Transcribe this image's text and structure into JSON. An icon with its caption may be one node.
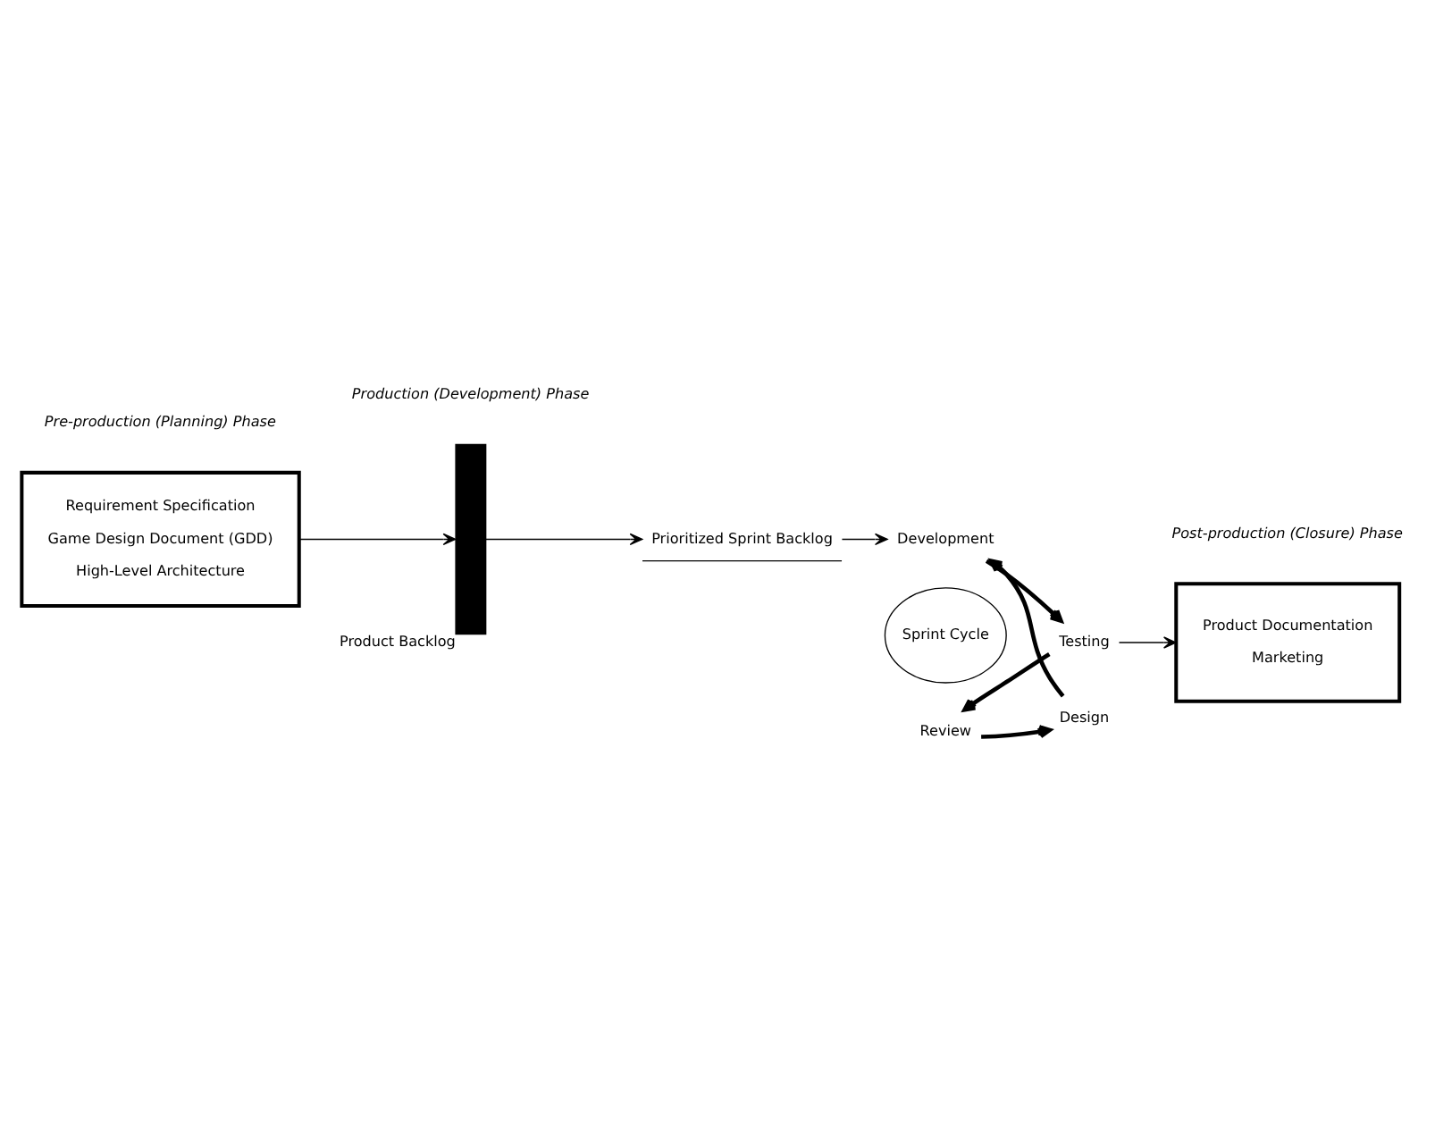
{
  "diagram": {
    "nodes": [
      {
        "text": [
          "Requirement Specification",
          "Game Design Document (GDD)",
          "High-Level Architecture"
        ]
      },
      {
        "text": [],
        "shape": "bar",
        "beside": [
          "Product Backlog"
        ]
      },
      {
        "text": [
          "Prioritized Sprint Backlog"
        ]
      },
      {
        "text": [
          "Development"
        ]
      },
      {
        "text": [
          "Testing"
        ]
      },
      {
        "text": [
          "Review"
        ]
      },
      {
        "text": [
          "Design"
        ]
      },
      {
        "text": [
          "Sprint Cycle"
        ]
      },
      {
        "text": [
          "Product Documentation",
          "Marketing"
        ]
      }
    ],
    "edges": [
      {
        "from": 0,
        "to": 1,
        "arrow": "to"
      },
      {
        "from": 1,
        "to": 2,
        "arrow": "to"
      },
      {
        "from": 2,
        "to": 3,
        "arrow": "to"
      },
      {
        "from": 3,
        "to": 4,
        "arrow": "to",
        "style": "thick"
      },
      {
        "from": 4,
        "to": 5,
        "arrow": "to",
        "style": "thick"
      },
      {
        "from": 5,
        "to": 6,
        "arrow": "to",
        "style": "thick"
      },
      {
        "from": 6,
        "to": 3,
        "arrow": "to",
        "style": "thick"
      },
      {
        "from": 4,
        "to": 8,
        "arrow": "to"
      }
    ],
    "labels": [
      "Pre-production (Planning) Phase",
      "Production (Development) Phase",
      "Post-production (Closure) Phase"
    ]
  }
}
